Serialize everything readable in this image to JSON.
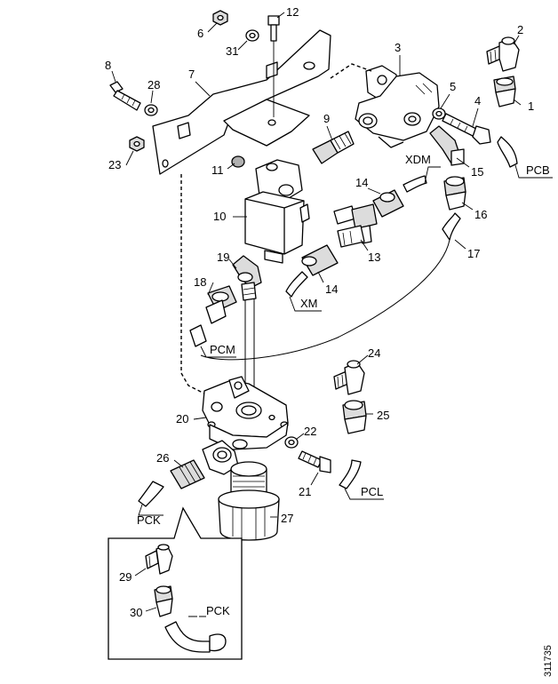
{
  "callouts": [
    {
      "id": "c1",
      "text": "1"
    },
    {
      "id": "c2",
      "text": "2"
    },
    {
      "id": "c3",
      "text": "3"
    },
    {
      "id": "c4",
      "text": "4"
    },
    {
      "id": "c5",
      "text": "5"
    },
    {
      "id": "c6",
      "text": "6"
    },
    {
      "id": "c7",
      "text": "7"
    },
    {
      "id": "c8",
      "text": "8"
    },
    {
      "id": "c9",
      "text": "9"
    },
    {
      "id": "c10",
      "text": "10"
    },
    {
      "id": "c11",
      "text": "11"
    },
    {
      "id": "c12",
      "text": "12"
    },
    {
      "id": "c13",
      "text": "13"
    },
    {
      "id": "c14a",
      "text": "14"
    },
    {
      "id": "c14b",
      "text": "14"
    },
    {
      "id": "c15",
      "text": "15"
    },
    {
      "id": "c16",
      "text": "16"
    },
    {
      "id": "c17",
      "text": "17"
    },
    {
      "id": "c18",
      "text": "18"
    },
    {
      "id": "c19",
      "text": "19"
    },
    {
      "id": "c20",
      "text": "20"
    },
    {
      "id": "c21",
      "text": "21"
    },
    {
      "id": "c22",
      "text": "22"
    },
    {
      "id": "c23",
      "text": "23"
    },
    {
      "id": "c24",
      "text": "24"
    },
    {
      "id": "c25",
      "text": "25"
    },
    {
      "id": "c26",
      "text": "26"
    },
    {
      "id": "c27",
      "text": "27"
    },
    {
      "id": "c28",
      "text": "28"
    },
    {
      "id": "c29",
      "text": "29"
    },
    {
      "id": "c30",
      "text": "30"
    },
    {
      "id": "c31",
      "text": "31"
    }
  ],
  "pipe_codes": [
    {
      "id": "pcb",
      "text": "PCB"
    },
    {
      "id": "xdm",
      "text": "XDM"
    },
    {
      "id": "xm",
      "text": "XM"
    },
    {
      "id": "pcm",
      "text": "PCM"
    },
    {
      "id": "pcl",
      "text": "PCL"
    },
    {
      "id": "pck",
      "text": "PCK"
    },
    {
      "id": "pck_detail",
      "text": "PCK"
    }
  ],
  "drawing_number": "311735"
}
